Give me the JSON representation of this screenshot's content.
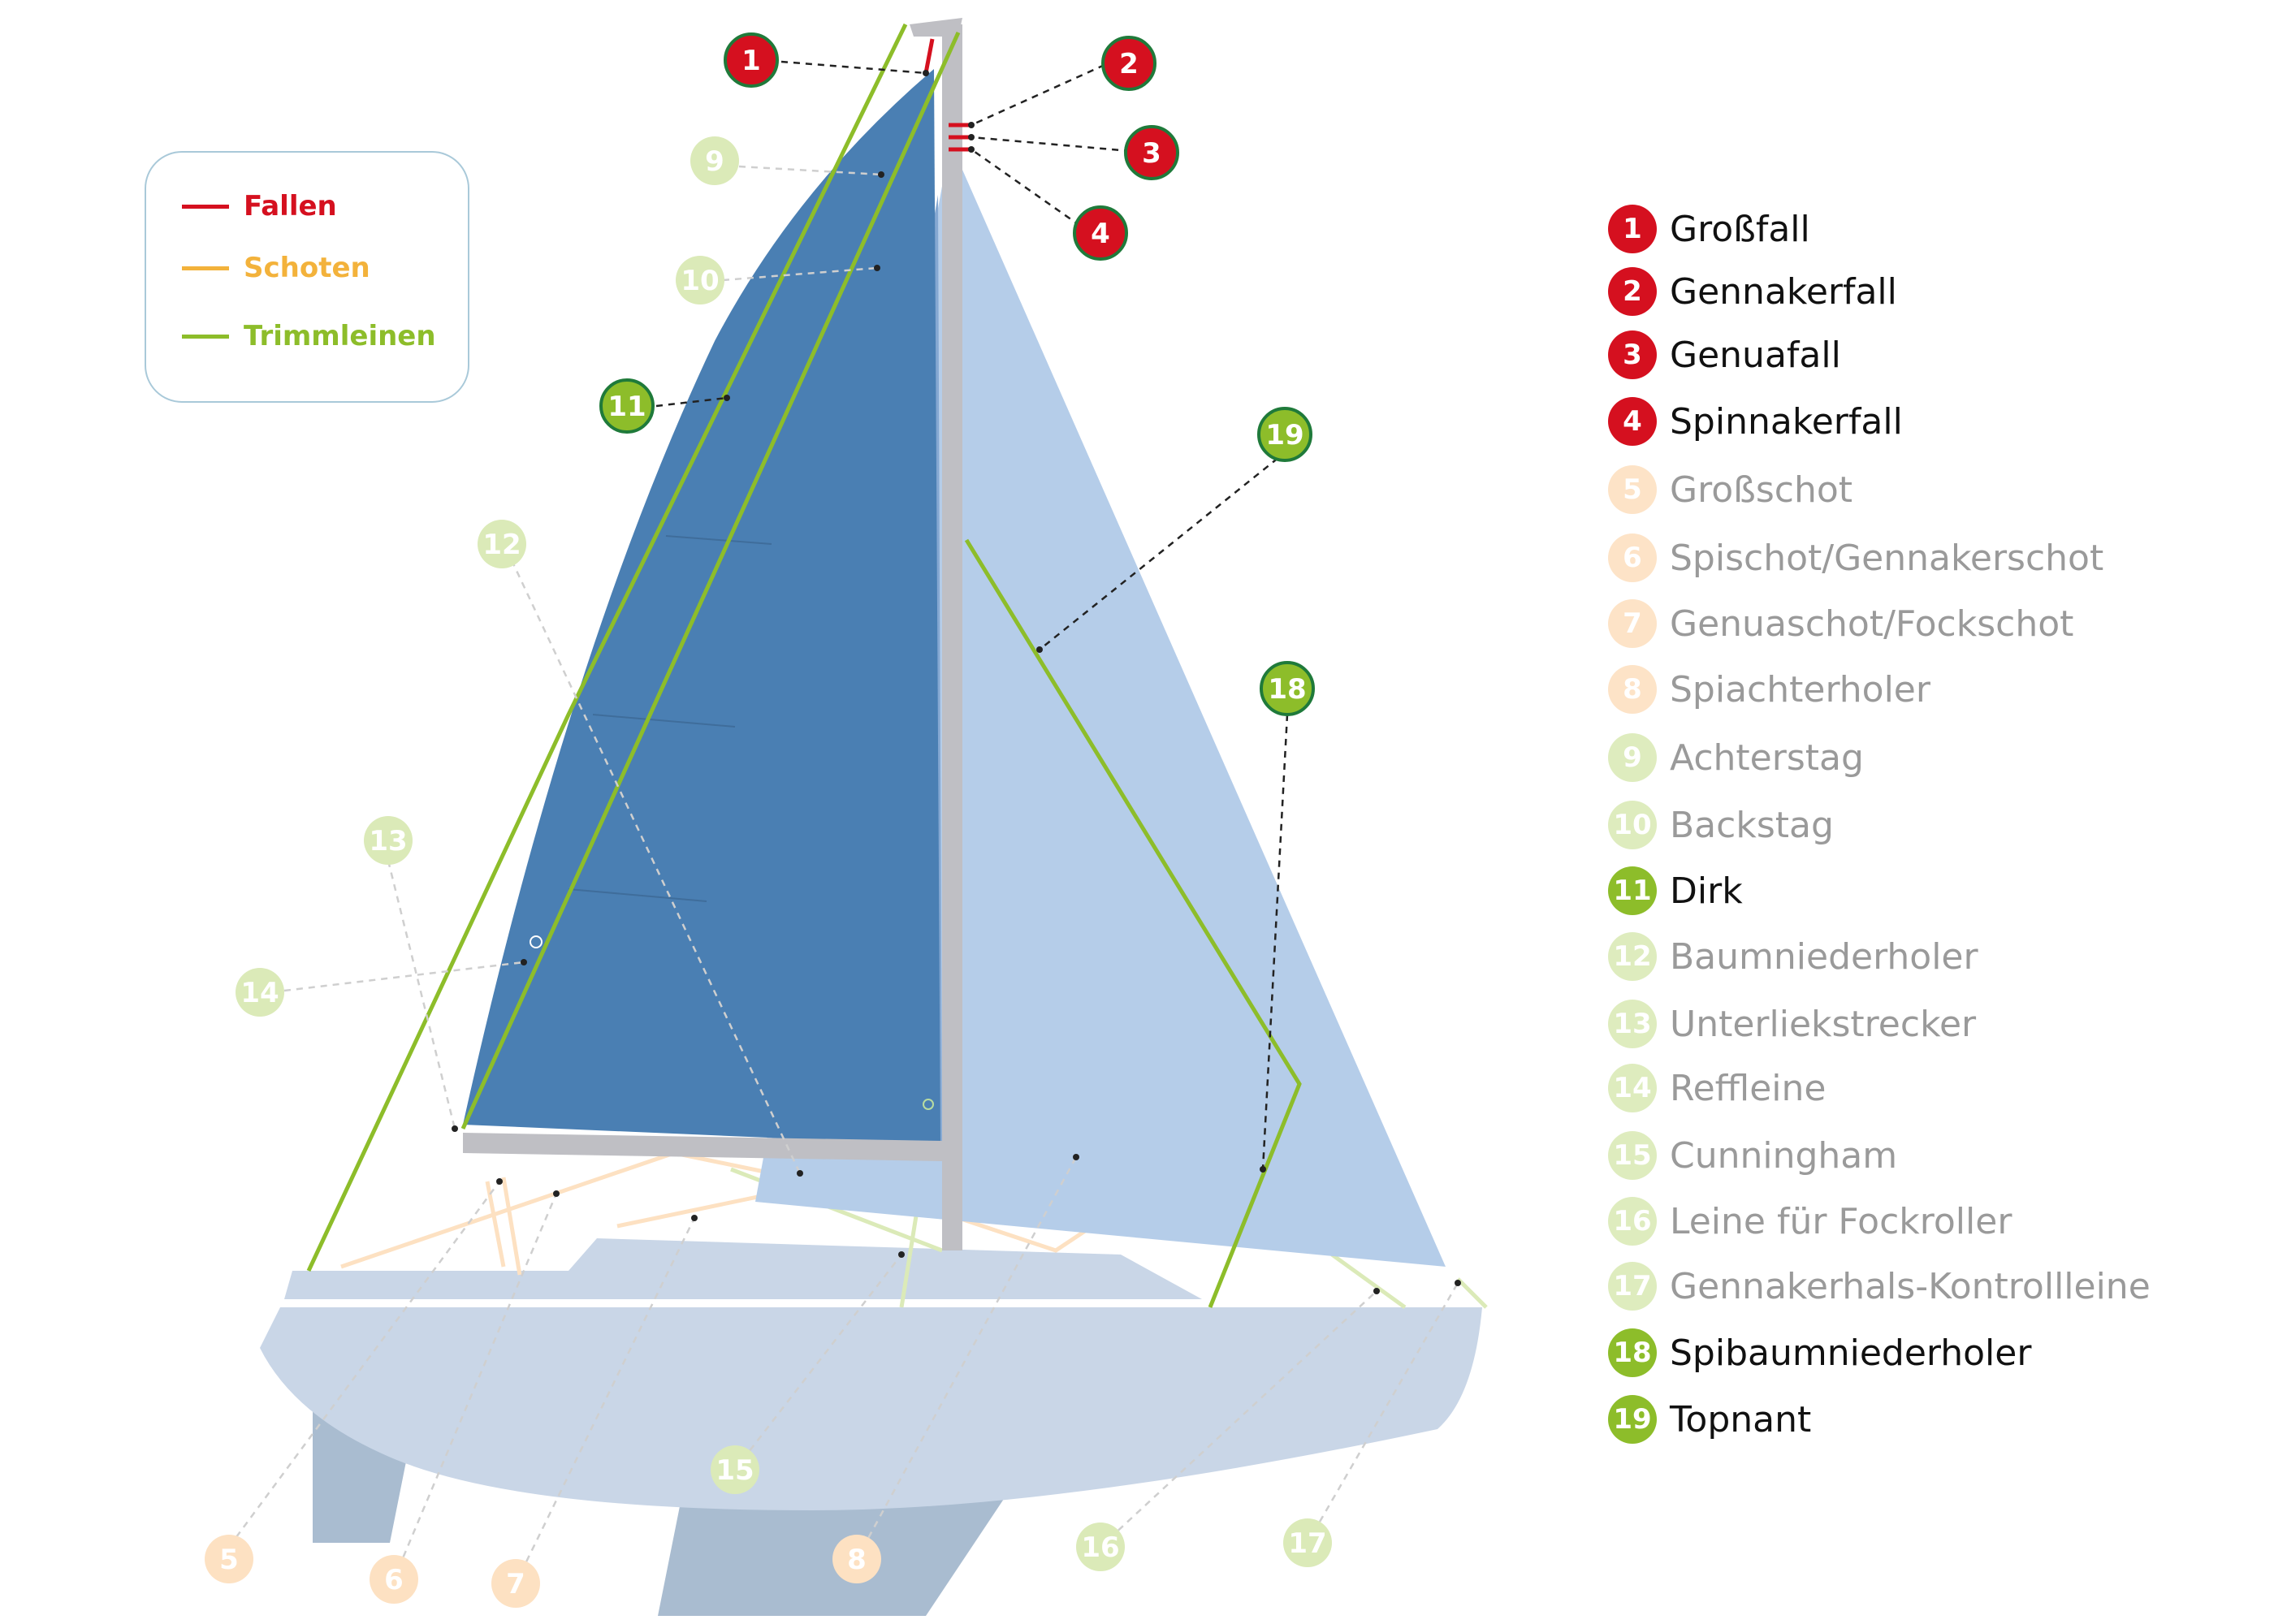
{
  "colors": {
    "fallen": "#d5101f",
    "schoten": "#f3b23b",
    "trimm": "#8dbd2a",
    "schoten_dim": "#fde1c2",
    "trimm_dim": "#dbeab8",
    "text_active": "#111111",
    "text_dim": "#9a9a9a",
    "mainsail": "#4a7fb3",
    "jib": "#b5cde9",
    "hull": "#c9d6e7",
    "keel": "#a9bcd0",
    "mast": "#bfbfc4"
  },
  "legend": {
    "items": [
      {
        "label": "Fallen",
        "color": "#d5101f"
      },
      {
        "label": "Schoten",
        "color": "#f3b23b"
      },
      {
        "label": "Trimmleinen",
        "color": "#8dbd2a"
      }
    ]
  },
  "parts": [
    {
      "num": "1",
      "name": "Großfall",
      "category": "fallen",
      "active": true
    },
    {
      "num": "2",
      "name": "Gennakerfall",
      "category": "fallen",
      "active": true
    },
    {
      "num": "3",
      "name": "Genuafall",
      "category": "fallen",
      "active": true
    },
    {
      "num": "4",
      "name": "Spinnakerfall",
      "category": "fallen",
      "active": true
    },
    {
      "num": "5",
      "name": "Großschot",
      "category": "schoten",
      "active": false
    },
    {
      "num": "6",
      "name": "Spischot/Gennakerschot",
      "category": "schoten",
      "active": false
    },
    {
      "num": "7",
      "name": "Genuaschot/Fockschot",
      "category": "schoten",
      "active": false
    },
    {
      "num": "8",
      "name": "Spiachterholer",
      "category": "schoten",
      "active": false
    },
    {
      "num": "9",
      "name": "Achterstag",
      "category": "trimm",
      "active": false
    },
    {
      "num": "10",
      "name": "Backstag",
      "category": "trimm",
      "active": false
    },
    {
      "num": "11",
      "name": "Dirk",
      "category": "trimm",
      "active": true
    },
    {
      "num": "12",
      "name": "Baumniederholer",
      "category": "trimm",
      "active": false
    },
    {
      "num": "13",
      "name": "Unterliekstrecker",
      "category": "trimm",
      "active": false
    },
    {
      "num": "14",
      "name": "Reffleine",
      "category": "trimm",
      "active": false
    },
    {
      "num": "15",
      "name": "Cunningham",
      "category": "trimm",
      "active": false
    },
    {
      "num": "16",
      "name": "Leine für Fockroller",
      "category": "trimm",
      "active": false
    },
    {
      "num": "17",
      "name": "Gennakerhals-Kontrollleine",
      "category": "trimm",
      "active": false
    },
    {
      "num": "18",
      "name": "Spibaumniederholer",
      "category": "trimm",
      "active": true
    },
    {
      "num": "19",
      "name": "Topnant",
      "category": "trimm",
      "active": true
    }
  ]
}
